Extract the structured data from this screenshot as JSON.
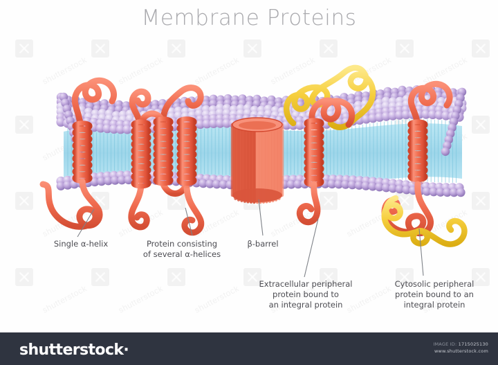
{
  "title": "Membrane Proteins",
  "labels": [
    {
      "name": "single-alpha-helix",
      "text": "Single α-helix"
    },
    {
      "name": "protein-several-alpha-helices",
      "text": "Protein consisting\nof several α-helices"
    },
    {
      "name": "beta-barrel",
      "text": "β-barrel"
    },
    {
      "name": "extracellular-peripheral-protein",
      "text": "Extracellular peripheral\nprotein bound to\nan integral protein"
    },
    {
      "name": "cytosolic-peripheral-protein",
      "text": "Cytosolic peripheral\nprotein bound to an\nintegral protein"
    }
  ],
  "footer": {
    "logo": "shutterstock·",
    "image_id_label": "IMAGE ID:",
    "image_id": "1715025130",
    "site": "www.shutterstock.com"
  },
  "watermark": {
    "text": "shutterstock"
  },
  "colors": {
    "title": "#a9a9ad",
    "label_text": "#4c4c52",
    "leader_line": "#7e8288",
    "lipid_head_purple": "#b79ed6",
    "lipid_head_light": "#d3c2e8",
    "lipid_tail_cyan": "#a6dcee",
    "helix_salmon": "#ef6a4e",
    "helix_salmon_dark": "#d94b32",
    "helix_salmon_light": "#fb9078",
    "peripheral_yellow": "#f6cf3f",
    "peripheral_yellow_dark": "#e0b018",
    "footer_bg": "#2f3440",
    "page_bg": "#ffffff"
  },
  "diagram": {
    "type": "cell-membrane-cross-section",
    "membrane_layers": [
      "outer lipid head row",
      "hydrophobic tail core",
      "inner lipid head row"
    ],
    "protein_elements": [
      "single transmembrane α-helix",
      "multi-pass α-helical protein",
      "β-barrel channel",
      "extracellular peripheral protein (yellow) bound to integral protein",
      "cytosolic peripheral protein (yellow) bound to integral protein"
    ]
  }
}
